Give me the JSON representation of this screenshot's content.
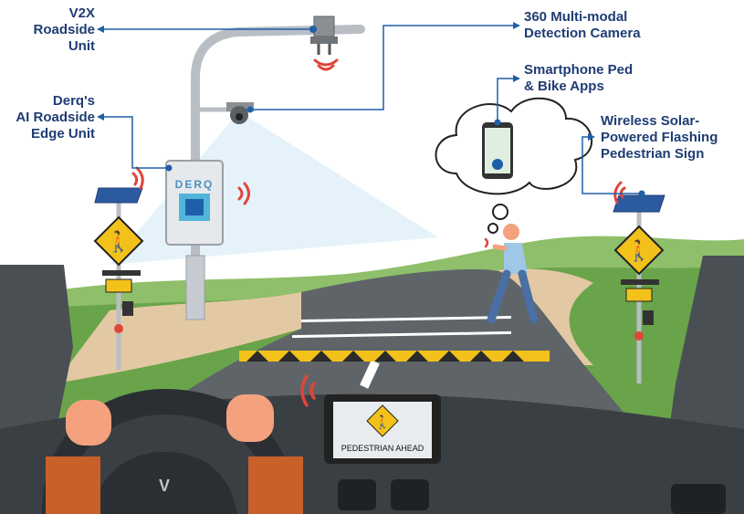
{
  "labels": {
    "v2x": {
      "lines": [
        "V2X",
        "Roadside",
        "Unit"
      ]
    },
    "derq": {
      "lines": [
        "Derq's",
        "AI Roadside",
        "Edge Unit"
      ]
    },
    "camera": {
      "lines": [
        "360 Multi-modal",
        "Detection Camera"
      ]
    },
    "smartphone": {
      "lines": [
        "Smartphone Ped",
        "& Bike Apps"
      ]
    },
    "sign": {
      "lines": [
        "Wireless Solar-",
        "Powered Flashing",
        "Pedestrian Sign"
      ]
    }
  },
  "edge_unit_logo": "DERQ",
  "dashboard_screen": {
    "text": "PEDESTRIAN AHEAD"
  },
  "colors": {
    "label": "#1f3c74",
    "connector": "#1f5fa8",
    "sky": "#ffffff",
    "grass": "#6aa44a",
    "road": "#5f6468",
    "sign_yellow": "#f2c21b",
    "wireless": "#e0453a",
    "dashboard": "#3a3f44",
    "skin": "#f4a27e",
    "sleeve": "#c9602b"
  },
  "icons": [
    "wifi-signal-icon",
    "pedestrian-icon",
    "solar-panel-icon",
    "camera-icon",
    "smartphone-icon",
    "steering-wheel-icon"
  ]
}
